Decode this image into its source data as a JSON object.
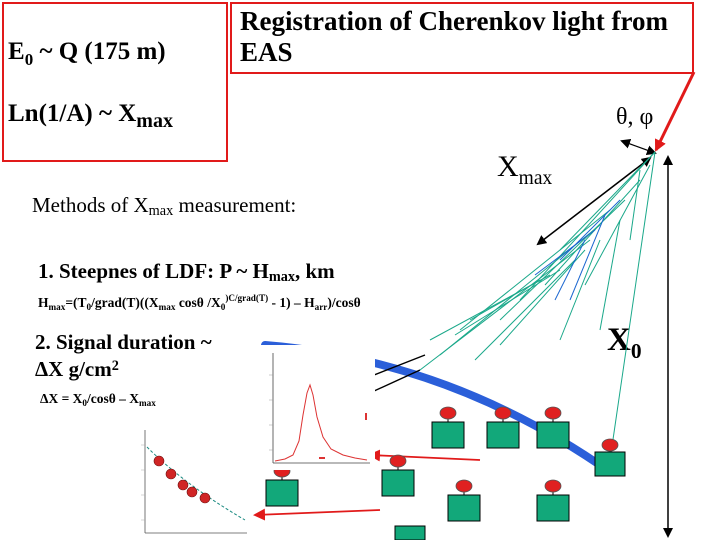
{
  "header": {
    "energy_relation": {
      "symbol": "E",
      "sub": "0",
      "rest": " ~ Q (175 m)"
    },
    "mass_relation": {
      "lead": "Ln(1/A) ~ X",
      "sub": "max"
    },
    "title": "Registration of Cherenkov light from EAS",
    "title_line1": "Registration of Cherenkov light from",
    "title_line2": "EAS"
  },
  "diagram": {
    "angles_label": "θ, φ",
    "xmax_label": {
      "lead": "X",
      "sub": "max"
    },
    "x0_label": {
      "lead": "X",
      "sub": "0"
    }
  },
  "methods": {
    "heading": {
      "lead": "Methods of X",
      "sub": "max",
      "tail": " measurement:"
    },
    "method1": {
      "lead": "1. Steepnes of LDF:  P ~ H",
      "sub": "max",
      "tail": ", km"
    },
    "method1_formula": {
      "p1": "H",
      "s1": "max",
      "p2": "=(T",
      "s2": "0",
      "p3": "/grad(T)((X",
      "s3": "max",
      "p4": " cosθ /X",
      "s4": "0",
      "sup1": ")C/grad(T)",
      "p5": " - 1) – H",
      "s5": "arr",
      "p6": ")/cosθ"
    },
    "method2_line1": "2. Signal duration ~",
    "method2_line2": {
      "lead": "ΔX g/cm",
      "sup": "2"
    },
    "method2_formula": {
      "p1": "ΔX = X",
      "s1": "0",
      "p2": "/cosθ – X",
      "s2": "max"
    }
  },
  "colors": {
    "frame_red": "#e11a1a",
    "shower_blue": "#2b5fd9",
    "detector_green": "#12a87a",
    "pmt_red": "#e02020",
    "thin_lines": "#1aa88a"
  },
  "detectors": {
    "upper_row_count": 4,
    "lower_row_count": 4
  }
}
